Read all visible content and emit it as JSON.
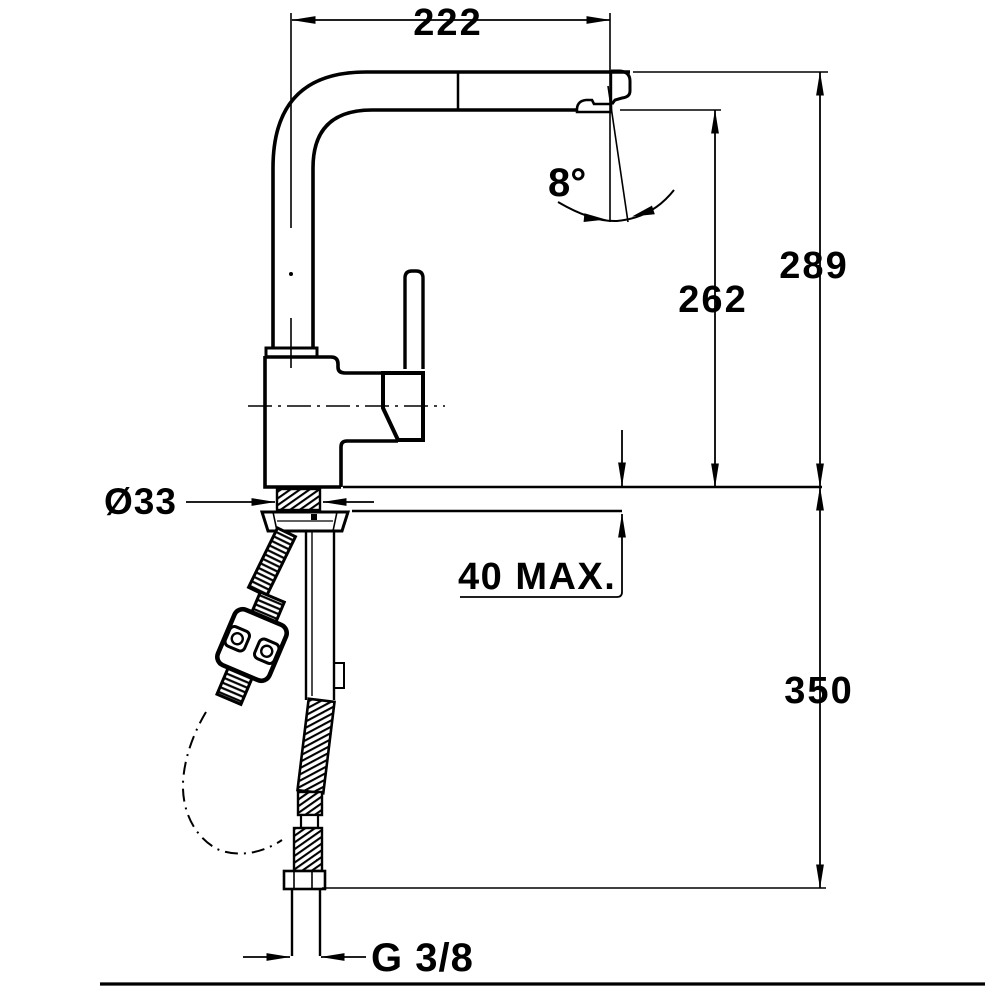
{
  "annotations": {
    "spout_reach": "222",
    "spout_angle": "8°",
    "outlet_height": "262",
    "overall_height": "289",
    "hole_diameter": "Ø33",
    "deck_thickness_max": "40 MAX.",
    "below_deck_length": "350",
    "supply_thread": "G 3/8"
  },
  "colors": {
    "line": "#000000",
    "background": "#ffffff"
  }
}
